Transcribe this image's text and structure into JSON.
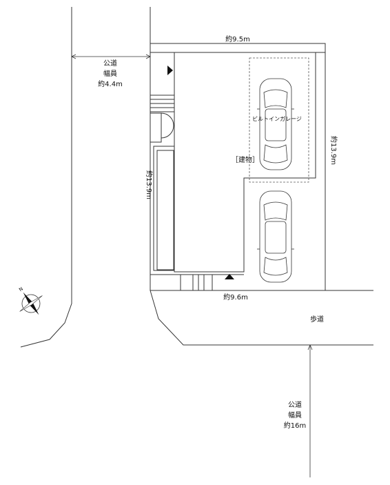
{
  "labels": {
    "width_top": "約9.5m",
    "width_bottom": "約9.6m",
    "depth_left": "約13.9m",
    "depth_right": "約13.9m",
    "building": "［建物］",
    "garage": "ビルトインガレージ",
    "sidewalk": "歩道"
  },
  "road_side": {
    "line1": "公道",
    "line2": "幅員",
    "line3": "約4.4m"
  },
  "road_front": {
    "line1": "公道",
    "line2": "幅員",
    "line3": "約16m"
  },
  "colors": {
    "line": "#333333",
    "text": "#111111",
    "background": "#ffffff"
  },
  "icons": {
    "compass": "compass-icon",
    "entrance_marker": "triangle-marker-icon",
    "car": "car-icon"
  }
}
